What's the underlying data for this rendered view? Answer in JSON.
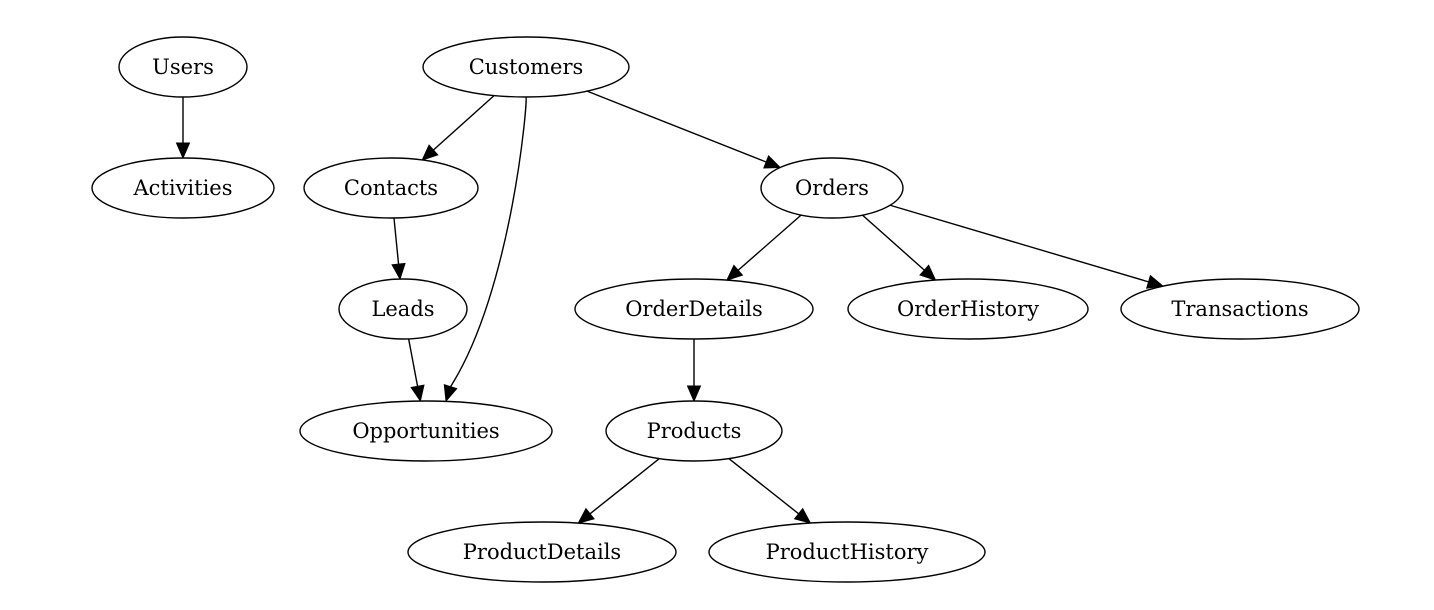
{
  "diagram": {
    "nodes": [
      {
        "id": "users",
        "label": "Users"
      },
      {
        "id": "activities",
        "label": "Activities"
      },
      {
        "id": "customers",
        "label": "Customers"
      },
      {
        "id": "contacts",
        "label": "Contacts"
      },
      {
        "id": "orders",
        "label": "Orders"
      },
      {
        "id": "leads",
        "label": "Leads"
      },
      {
        "id": "opportunities",
        "label": "Opportunities"
      },
      {
        "id": "orderdetails",
        "label": "OrderDetails"
      },
      {
        "id": "orderhistory",
        "label": "OrderHistory"
      },
      {
        "id": "transactions",
        "label": "Transactions"
      },
      {
        "id": "products",
        "label": "Products"
      },
      {
        "id": "productdetails",
        "label": "ProductDetails"
      },
      {
        "id": "producthistory",
        "label": "ProductHistory"
      }
    ],
    "edges": [
      {
        "from": "users",
        "to": "activities"
      },
      {
        "from": "customers",
        "to": "contacts"
      },
      {
        "from": "customers",
        "to": "opportunities"
      },
      {
        "from": "customers",
        "to": "orders"
      },
      {
        "from": "contacts",
        "to": "leads"
      },
      {
        "from": "leads",
        "to": "opportunities"
      },
      {
        "from": "orders",
        "to": "orderdetails"
      },
      {
        "from": "orders",
        "to": "orderhistory"
      },
      {
        "from": "orders",
        "to": "transactions"
      },
      {
        "from": "orderdetails",
        "to": "products"
      },
      {
        "from": "products",
        "to": "productdetails"
      },
      {
        "from": "products",
        "to": "producthistory"
      }
    ]
  }
}
